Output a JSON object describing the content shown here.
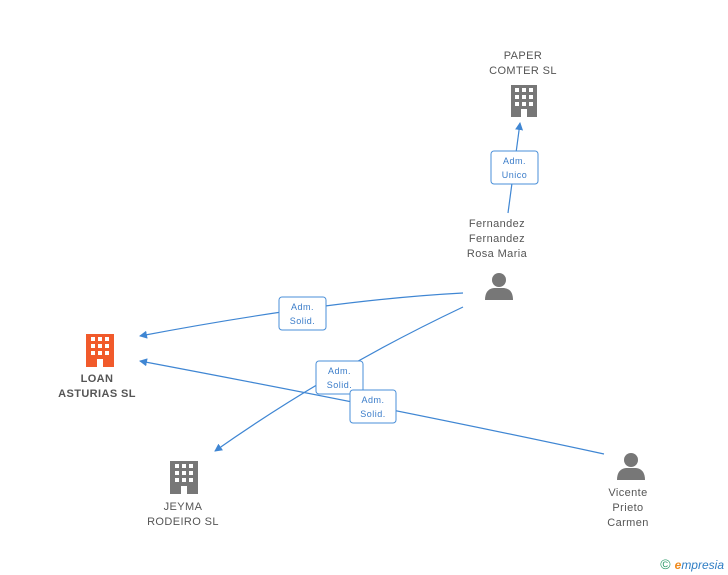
{
  "colors": {
    "edge": "#3f86d3",
    "company_main": "#f15a2b",
    "company": "#777777",
    "person": "#777777",
    "rel_text": "#3a7cc9"
  },
  "nodes": {
    "paper": {
      "lines": [
        "PAPER",
        "COMTER SL"
      ],
      "kind": "company",
      "icon": "building-icon"
    },
    "fernandez": {
      "lines": [
        "Fernandez",
        "Fernandez",
        "Rosa Maria"
      ],
      "kind": "person",
      "icon": "person-icon"
    },
    "loan": {
      "lines": [
        "LOAN",
        "ASTURIAS SL"
      ],
      "kind": "company-main",
      "icon": "building-icon"
    },
    "jeyma": {
      "lines": [
        "JEYMA",
        "RODEIRO SL"
      ],
      "kind": "company",
      "icon": "building-icon"
    },
    "vicente": {
      "lines": [
        "Vicente",
        "Prieto",
        "Carmen"
      ],
      "kind": "person",
      "icon": "person-icon"
    }
  },
  "relations": [
    {
      "from": "fernandez",
      "to": "paper",
      "lines": [
        "Adm.",
        "Unico"
      ]
    },
    {
      "from": "fernandez",
      "to": "loan",
      "lines": [
        "Adm.",
        "Solid."
      ]
    },
    {
      "from": "fernandez",
      "to": "jeyma",
      "lines": [
        "Adm.",
        "Solid."
      ]
    },
    {
      "from": "vicente",
      "to": "loan",
      "lines": [
        "Adm.",
        "Solid."
      ]
    }
  ],
  "footer": {
    "copyright": "©",
    "brand_initial": "e",
    "brand_rest": "mpresia"
  }
}
